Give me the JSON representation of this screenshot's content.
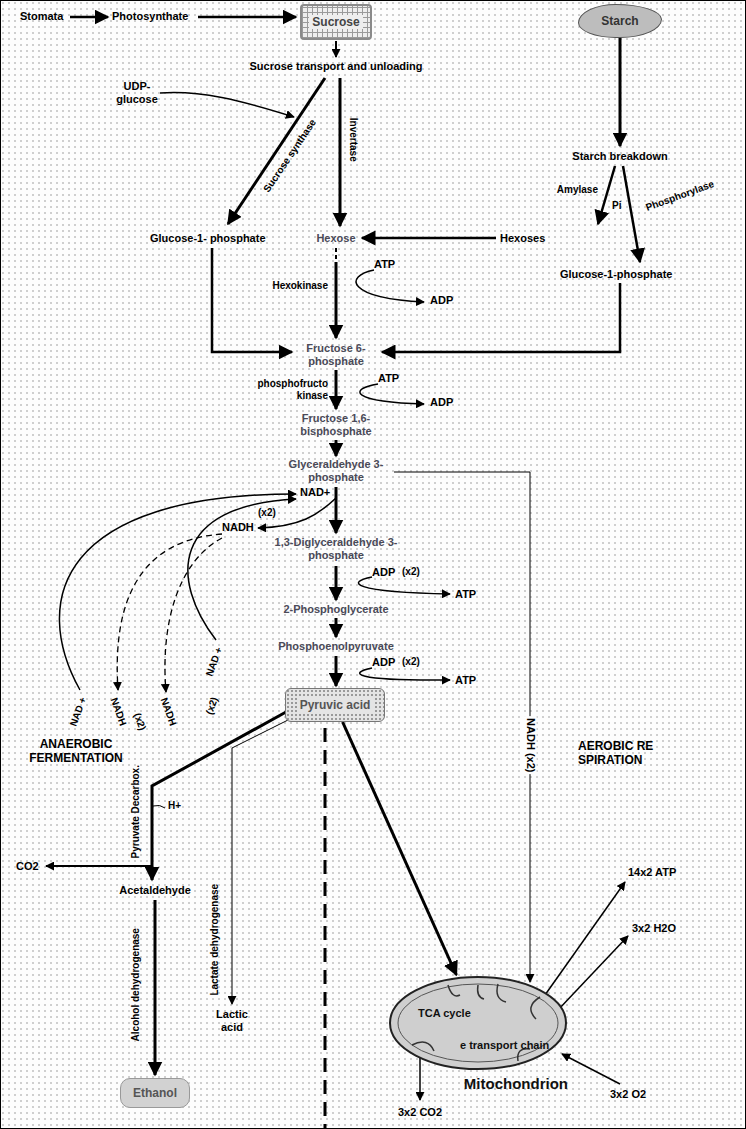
{
  "diagram": {
    "nodes": [
      {
        "text": [
          "Sucrose"
        ]
      },
      {
        "text": [
          "Starch"
        ]
      },
      {
        "text": [
          "Pyruvic acid"
        ]
      },
      {
        "text": [
          "Ethanol"
        ]
      },
      {
        "text": [
          "TCA cycle",
          "e transport chain",
          "Mitochondrion"
        ]
      }
    ],
    "edges": [
      {
        "from": 2,
        "to": 4,
        "arrow": "to"
      }
    ],
    "labels": [
      "Stomata",
      "Photosynthate",
      "Sucrose transport and unloading",
      "UDP- glucose",
      "Sucrose synthase",
      "Invertase",
      "Glucose-1- phosphate",
      "Hexose",
      "Hexokinase",
      "ATP",
      "ADP",
      "Fructose 6- phosphate",
      "phosphofructo kinase",
      "ATP",
      "ADP",
      "Fructose 1,6- bisphosphate",
      "Glyceraldehyde 3- phosphate",
      "NAD+",
      "NADH",
      "(x2)",
      "1,3-Diglyceraldehyde 3- phosphate",
      "ADP",
      "(x2)",
      "ATP",
      "2-Phosphoglycerate",
      "Phosphoenolpyruvate",
      "ADP",
      "(x2)",
      "ATP",
      "NADH (x2)",
      "AEROBIC RE SPIRATION",
      "Starch breakdown",
      "Amylase",
      "Pi",
      "Phosphorylase",
      "Hexoses",
      "Glucose-1-phosphate",
      "NAD +",
      "NADH",
      "(x2)",
      "NADH",
      "NAD +",
      "(x2)",
      "ANAEROBIC FERMENTATION",
      "Pyruvate Decarbox.",
      "H+",
      "CO2",
      "Acetaldehyde",
      "Alcohol dehydrogenase",
      "Lactate dehydrogenase",
      "Lactic acid",
      "14x2 ATP",
      "3x2 H2O",
      "3x2 O2",
      "3x2 CO2"
    ]
  }
}
